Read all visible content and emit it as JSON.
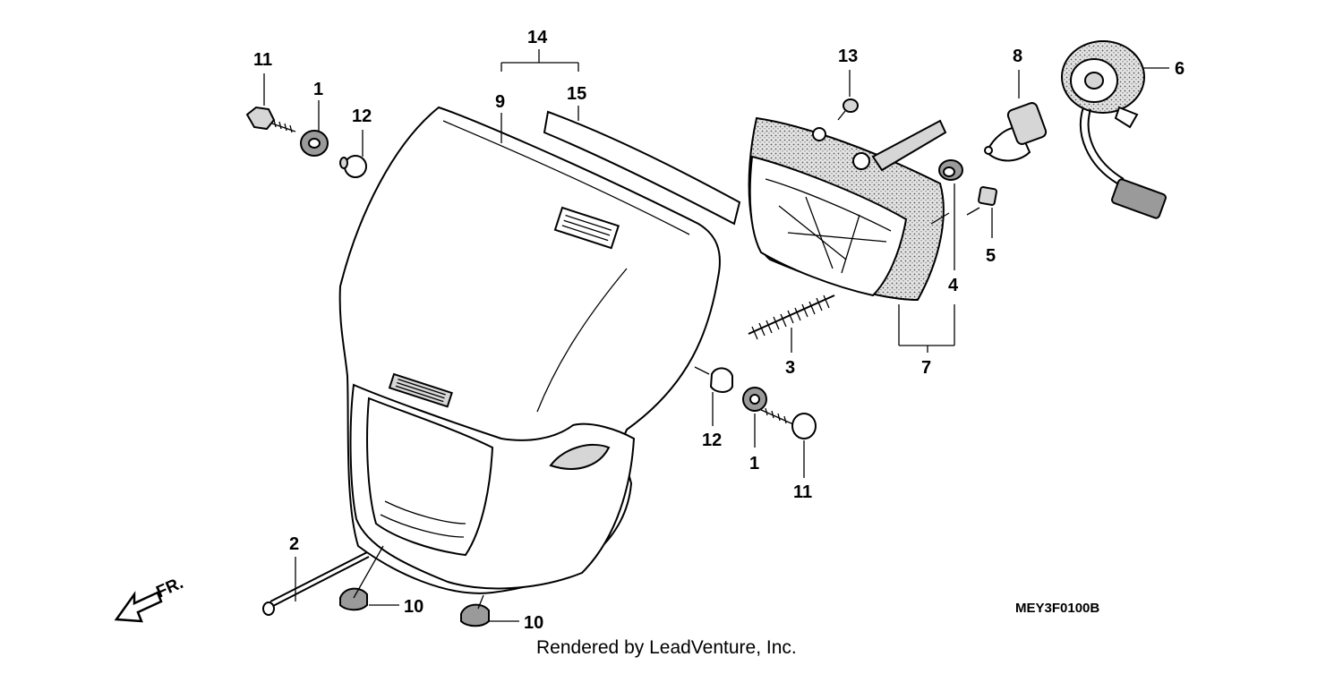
{
  "diagram": {
    "labels": {
      "l1a": "1",
      "l1b": "1",
      "l2": "2",
      "l3": "3",
      "l4": "4",
      "l5": "5",
      "l6": "6",
      "l7": "7",
      "l8": "8",
      "l9": "9",
      "l10a": "10",
      "l10b": "10",
      "l11a": "11",
      "l11b": "11",
      "l12a": "12",
      "l12b": "12",
      "l13": "13",
      "l14": "14",
      "l15": "15"
    },
    "front_marker": "FR.",
    "diagram_code": "MEY3F0100B",
    "credit": "Rendered by LeadVenture, Inc."
  }
}
